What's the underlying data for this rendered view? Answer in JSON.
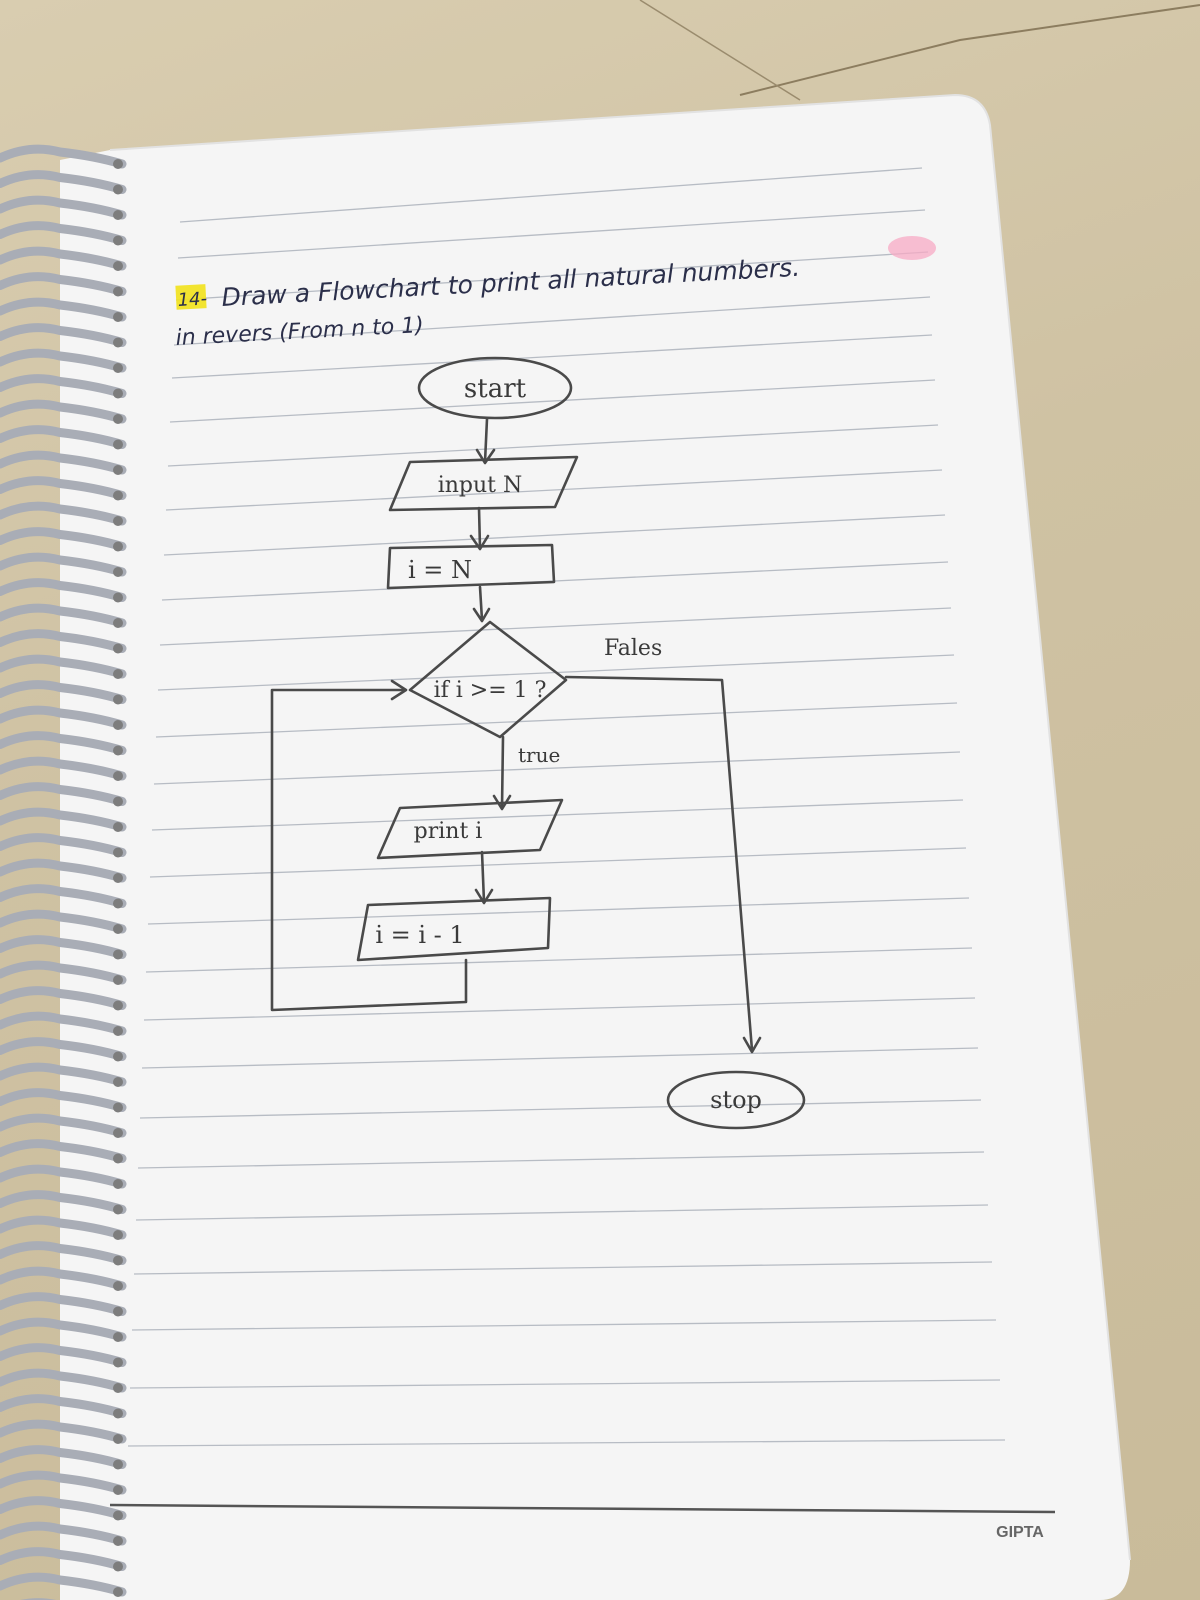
{
  "question": {
    "number": "14-",
    "line1": "Draw a Flowchart to print all natural numbers.",
    "line2": "in revers (From n to 1)"
  },
  "flowchart": {
    "start": "start",
    "input": "input N",
    "init": "i = N",
    "decision": "if i >= 1 ?",
    "false_label": "Fales",
    "true_label": "true",
    "output": "print i",
    "update": "i = i - 1",
    "stop": "stop"
  },
  "notebook": {
    "brand": "GIPTA"
  },
  "colors": {
    "paper": "#f4f4f4",
    "pencil": "#4a4a4a",
    "ink": "#2b2f4a",
    "highlight": "#f2e21b",
    "pink_highlight": "#f7a9c4",
    "desk": "#d2c5a6"
  }
}
